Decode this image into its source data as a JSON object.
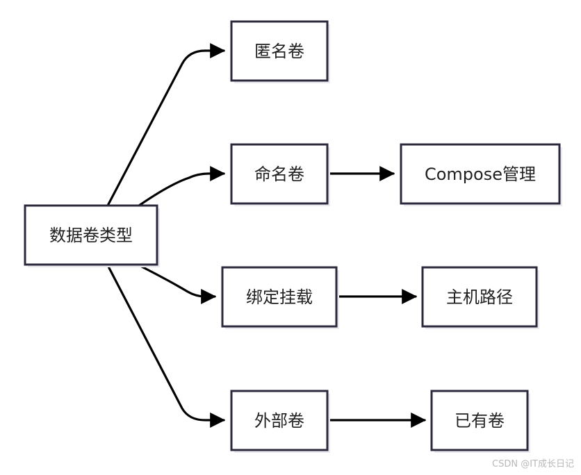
{
  "diagram": {
    "nodes": [
      {
        "id": "root",
        "label": "数据卷类型"
      },
      {
        "id": "anonymous",
        "label": "匿名卷"
      },
      {
        "id": "named",
        "label": "命名卷"
      },
      {
        "id": "bind",
        "label": "绑定挂载"
      },
      {
        "id": "external",
        "label": "外部卷"
      },
      {
        "id": "compose",
        "label": "Compose管理"
      },
      {
        "id": "host_path",
        "label": "主机路径"
      },
      {
        "id": "existing",
        "label": "已有卷"
      }
    ],
    "edges": [
      {
        "from": "root",
        "to": "anonymous"
      },
      {
        "from": "root",
        "to": "named"
      },
      {
        "from": "root",
        "to": "bind"
      },
      {
        "from": "root",
        "to": "external"
      },
      {
        "from": "named",
        "to": "compose"
      },
      {
        "from": "bind",
        "to": "host_path"
      },
      {
        "from": "external",
        "to": "existing"
      }
    ]
  },
  "watermark": "CSDN @IT成长日记",
  "colors": {
    "node_border": "#2b2a3d",
    "edge": "#000000",
    "text": "#1f1f1f"
  }
}
